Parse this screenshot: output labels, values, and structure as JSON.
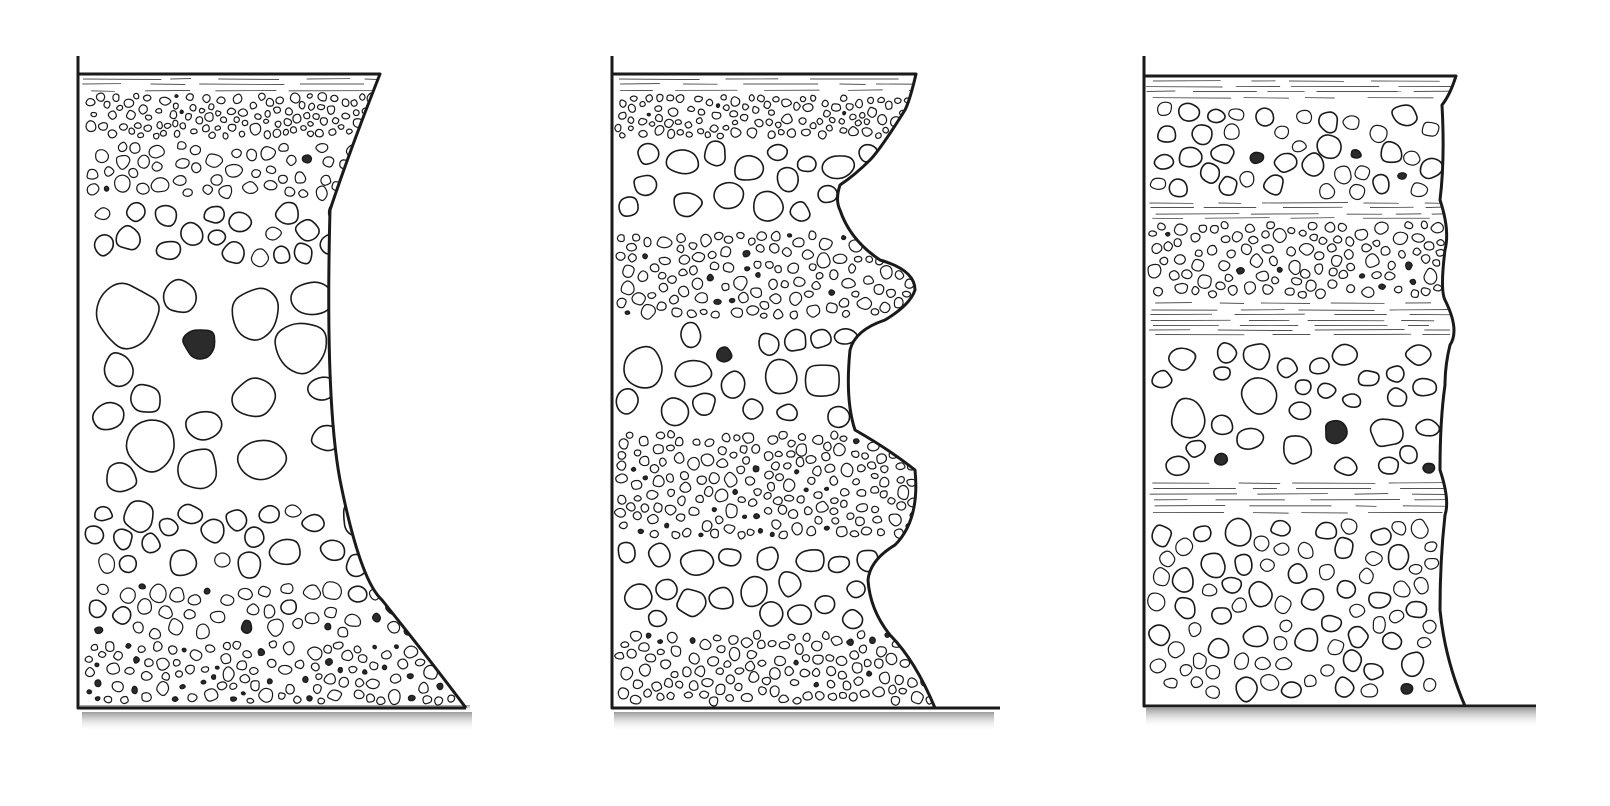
{
  "diagram": {
    "description_visible_text": "",
    "colors": {
      "background": "#ffffff",
      "outline": "#1a1a1a",
      "clast_fill": "#ffffff",
      "dark_clast_fill": "#2b2b2b",
      "shadow": "#9e9e9e"
    },
    "panels": [
      {
        "id": "panel-1",
        "profile": "concave-undercut",
        "layers": [
          "fine-top",
          "coarse-middle",
          "fine-base"
        ]
      },
      {
        "id": "panel-2",
        "profile": "alternating-bulges",
        "layers": [
          "fine",
          "coarse",
          "fine",
          "coarse",
          "fine",
          "coarse",
          "fine"
        ]
      },
      {
        "id": "panel-3",
        "profile": "stepped-straight",
        "layers": [
          "silt",
          "medium",
          "silt",
          "fine",
          "silt",
          "coarse",
          "silt",
          "medium"
        ]
      }
    ]
  }
}
